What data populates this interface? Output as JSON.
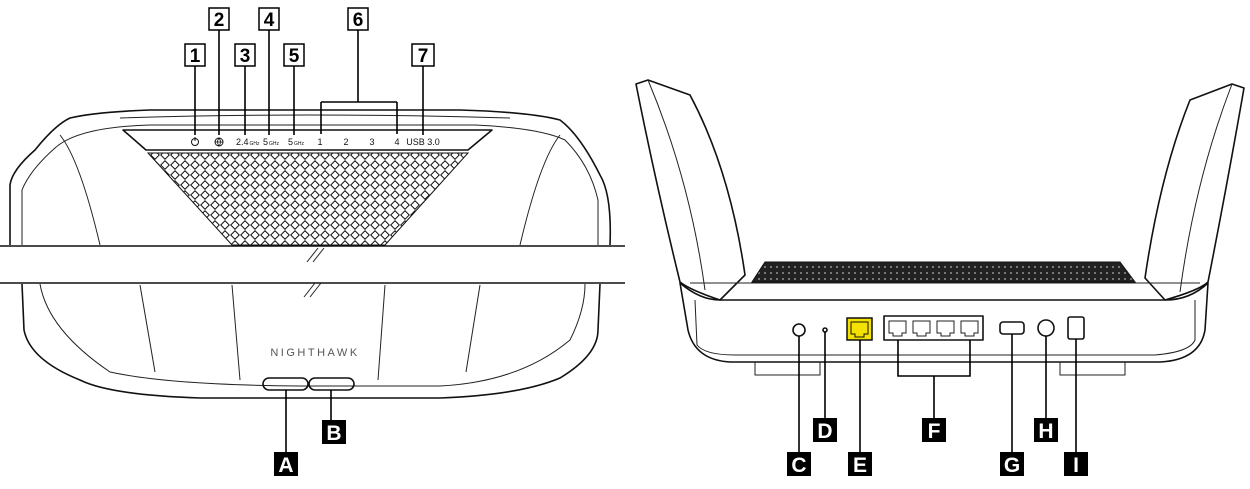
{
  "front_view": {
    "brand": "NIGHTHAWK",
    "led_labels": [
      {
        "id": "power",
        "text": "",
        "icon": "power-icon"
      },
      {
        "id": "internet",
        "text": "",
        "icon": "globe-icon"
      },
      {
        "id": "wifi24",
        "text": "2.4",
        "sub": "GHz"
      },
      {
        "id": "wifi5a",
        "text": "5",
        "sub": "GHz"
      },
      {
        "id": "wifi5b",
        "text": "5",
        "sub": "GHz"
      },
      {
        "id": "eth1",
        "text": "1"
      },
      {
        "id": "eth2",
        "text": "2"
      },
      {
        "id": "eth3",
        "text": "3"
      },
      {
        "id": "eth4",
        "text": "4"
      },
      {
        "id": "usb",
        "text": "USB 3.0"
      }
    ],
    "callouts_numbered": [
      "1",
      "2",
      "3",
      "4",
      "5",
      "6",
      "7"
    ],
    "callouts_buttons": [
      "A",
      "B"
    ]
  },
  "back_view": {
    "callouts": [
      "C",
      "D",
      "E",
      "F",
      "G",
      "H",
      "I"
    ]
  },
  "colors": {
    "internet_port": "#f5e100",
    "outline": "#111111",
    "callout_fill": "#000000"
  }
}
